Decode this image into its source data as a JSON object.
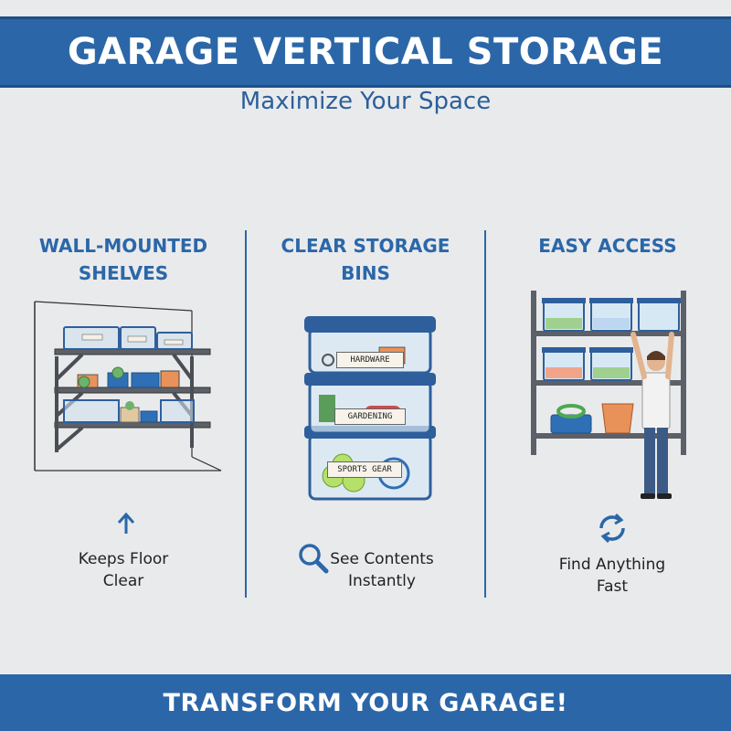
{
  "header": {
    "title": "GARAGE VERTICAL STORAGE",
    "subtitle": "Maximize Your Space"
  },
  "columns": [
    {
      "title_line1": "WALL-MOUNTED",
      "title_line2": "SHELVES",
      "icon": "arrow-up-icon",
      "caption_line1": "Keeps Floor",
      "caption_line2": "Clear"
    },
    {
      "title_line1": "CLEAR STORAGE BINS",
      "icon": "magnifier-icon",
      "caption_line1": "See Contents",
      "caption_line2": "Instantly",
      "bin_labels": [
        "HARDWARE",
        "GARDENING",
        "SPORTS GEAR"
      ]
    },
    {
      "title_line1": "EASY ACCESS",
      "icon": "refresh-arrows-icon",
      "caption_line1": "Find Anything",
      "caption_line2": "Fast"
    }
  ],
  "footer": {
    "text": "TRANSFORM YOUR GARAGE!"
  },
  "colors": {
    "brand_blue": "#2b67a8",
    "background": "#e9eaec",
    "shelf_gray": "#5c6068",
    "bin_blue": "#2e5f9c"
  }
}
